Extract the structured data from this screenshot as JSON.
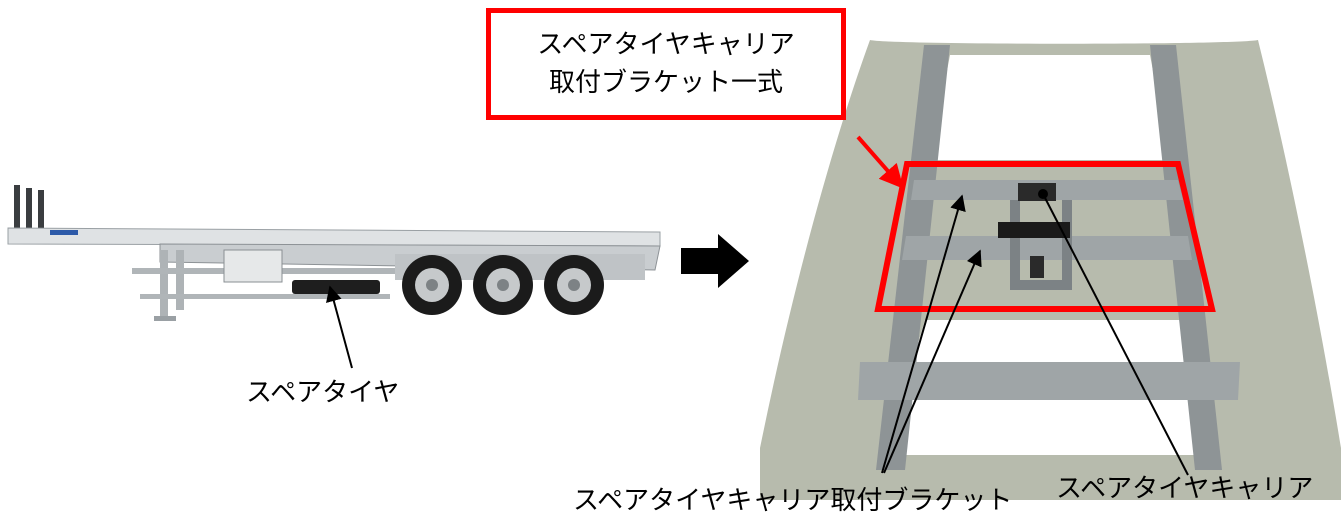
{
  "callout": {
    "line1": "スペアタイヤキャリア",
    "line2": "取付ブラケット一式"
  },
  "labels": {
    "spare_tire": "スペアタイヤ",
    "bracket": "スペアタイヤキャリア取付ブラケット",
    "carrier": "スペアタイヤキャリア"
  },
  "colors": {
    "highlight": "#ff0000",
    "frame_gray": "#8e9496",
    "panel_gray": "#b7bbad",
    "trailer_silver": "#cfd2d4",
    "tire": "#1b1b1b",
    "arrow": "#000000"
  }
}
